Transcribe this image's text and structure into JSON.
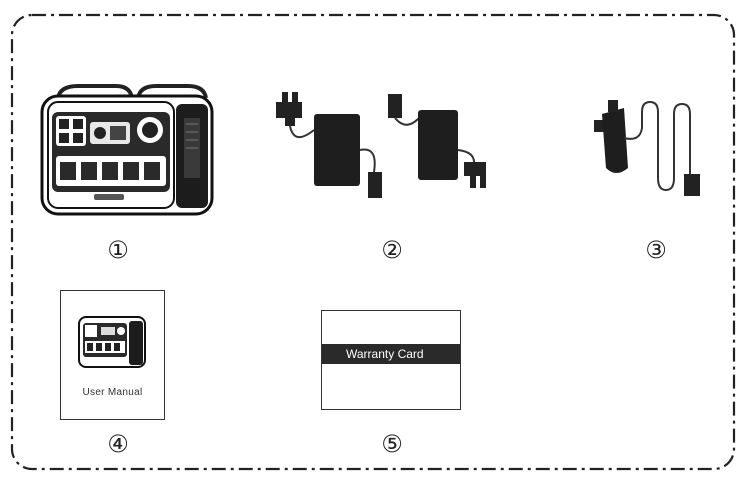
{
  "items": [
    {
      "number": "①",
      "icon": "power-station-icon"
    },
    {
      "number": "②",
      "icon": "ac-adapters-icon"
    },
    {
      "number": "③",
      "icon": "car-charger-icon"
    },
    {
      "number": "④",
      "icon": "user-manual-icon",
      "label": "User Manual"
    },
    {
      "number": "⑤",
      "icon": "warranty-card-icon",
      "label": "Warranty Card"
    }
  ]
}
